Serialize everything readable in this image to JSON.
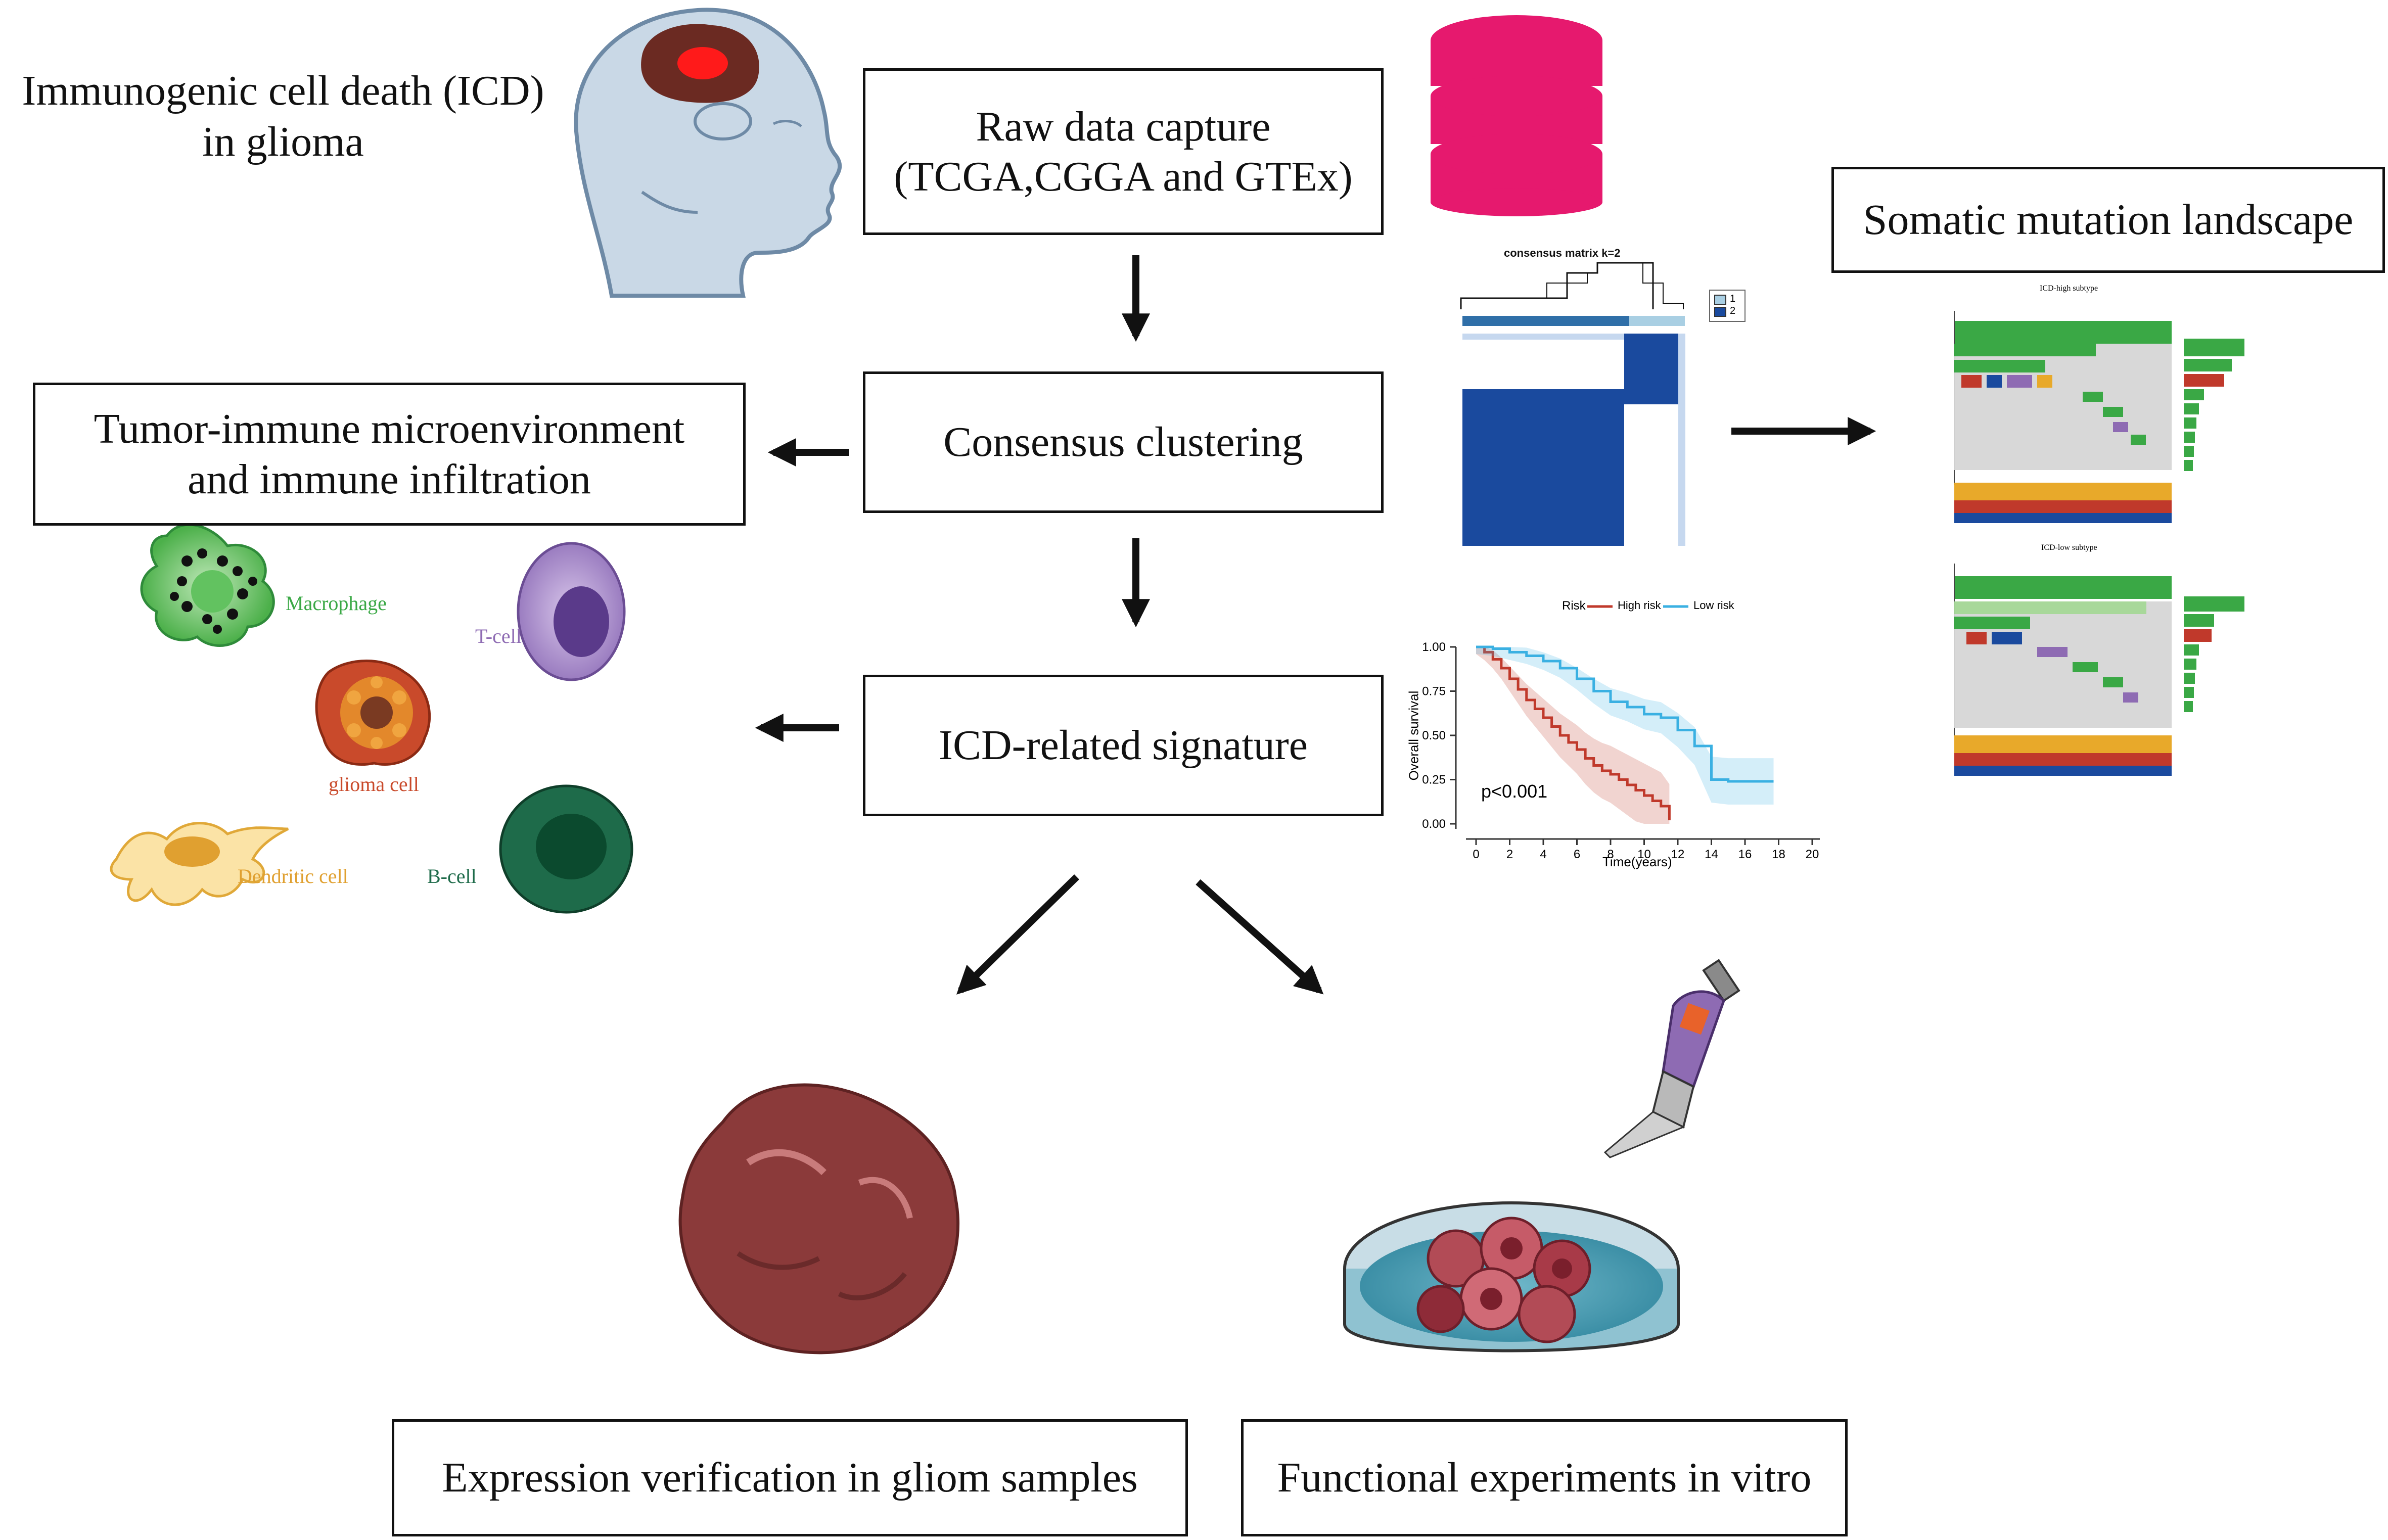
{
  "title_text": [
    "Immunogenic cell death (ICD)",
    "in glioma"
  ],
  "boxes": {
    "raw_data": [
      "Raw data capture",
      "(TCGA,CGGA and GTEx)"
    ],
    "consensus": "Consensus clustering",
    "tme": [
      "Tumor-immune microenvironment",
      "and immune infiltration"
    ],
    "icd_signature": "ICD-related signature",
    "somatic": "Somatic mutation landscape",
    "expression": "Expression verification in gliom samples",
    "functional": "Functional experiments in vitro"
  },
  "cells": {
    "macrophage": "Macrophage",
    "tcell": "T-cell",
    "glioma": "glioma cell",
    "dendritic": "Dendritic cell",
    "bcell": "B-cell"
  },
  "colors": {
    "database": "#e6196e",
    "cluster_blue": "#1a4a9e",
    "high_risk": "#c0392b",
    "low_risk": "#3ab0e2",
    "macrophage": "#3aa845",
    "tcell": "#8e6bb3",
    "glioma": "#c94a2b",
    "dendritic": "#e8a92a",
    "bcell": "#1e6b4a"
  },
  "consensus_matrix": {
    "title": "consensus matrix k=2",
    "legend": [
      "1",
      "2"
    ]
  },
  "survival_chart": {
    "legend_title": "Risk",
    "series_names": [
      "High risk",
      "Low risk"
    ],
    "ylabel": "Overall survival",
    "xlabel": "Time(years)",
    "pvalue": "p<0.001",
    "yticks": [
      "0.00",
      "0.25",
      "0.50",
      "0.75",
      "1.00"
    ],
    "xticks": [
      "0",
      "2",
      "4",
      "6",
      "8",
      "10",
      "12",
      "14",
      "16",
      "18",
      "20"
    ]
  },
  "chart_data": {
    "type": "line",
    "xlabel": "Time(years)",
    "ylabel": "Overall survival",
    "xlim": [
      0,
      20
    ],
    "ylim": [
      0,
      1
    ],
    "legend": "top",
    "series": [
      {
        "name": "High risk",
        "x": [
          0,
          0.5,
          1,
          1.5,
          2,
          2.5,
          3,
          3.5,
          4,
          4.5,
          5,
          5.5,
          6,
          6.5,
          7,
          7.5,
          8,
          8.5,
          9,
          9.5,
          10,
          10.5,
          11,
          11.5
        ],
        "y": [
          1.0,
          0.97,
          0.93,
          0.88,
          0.82,
          0.76,
          0.7,
          0.65,
          0.6,
          0.55,
          0.5,
          0.46,
          0.42,
          0.37,
          0.33,
          0.3,
          0.28,
          0.25,
          0.22,
          0.19,
          0.16,
          0.13,
          0.1,
          0.02
        ]
      },
      {
        "name": "Low risk",
        "x": [
          0,
          1,
          2,
          3,
          4,
          5,
          6,
          7,
          8,
          9,
          10,
          11,
          12,
          13,
          14,
          15,
          16,
          17,
          17.7
        ],
        "y": [
          1.0,
          0.99,
          0.97,
          0.95,
          0.92,
          0.88,
          0.82,
          0.75,
          0.69,
          0.66,
          0.62,
          0.6,
          0.53,
          0.44,
          0.25,
          0.24,
          0.24,
          0.24,
          0.24
        ]
      }
    ]
  },
  "oncoplots": {
    "high_title": "ICD-high subtype",
    "low_title": "ICD-low subtype"
  }
}
